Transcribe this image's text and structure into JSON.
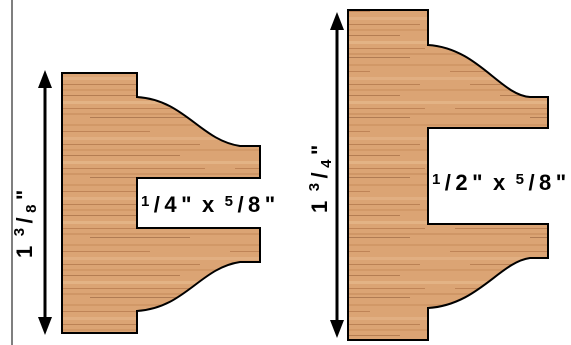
{
  "diagram": {
    "colors": {
      "wood_base": "#dba474",
      "wood_dark": "#b87a4d",
      "wood_light": "#e8b98a",
      "outline": "#000000",
      "left_border": "#555555"
    },
    "left_profile": {
      "height_label": {
        "whole": "1",
        "num": "3",
        "den": "8",
        "quote": "\""
      },
      "groove_label": {
        "w_num": "1",
        "w_den": "4",
        "w_quote": "\"",
        "times": "x",
        "d_num": "5",
        "d_den": "8",
        "d_quote": "\""
      }
    },
    "right_profile": {
      "height_label": {
        "whole": "1",
        "num": "3",
        "den": "4",
        "quote": "\""
      },
      "groove_label": {
        "w_num": "1",
        "w_den": "2",
        "w_quote": "\"",
        "times": "x",
        "d_num": "5",
        "d_den": "8",
        "d_quote": "\""
      }
    }
  }
}
